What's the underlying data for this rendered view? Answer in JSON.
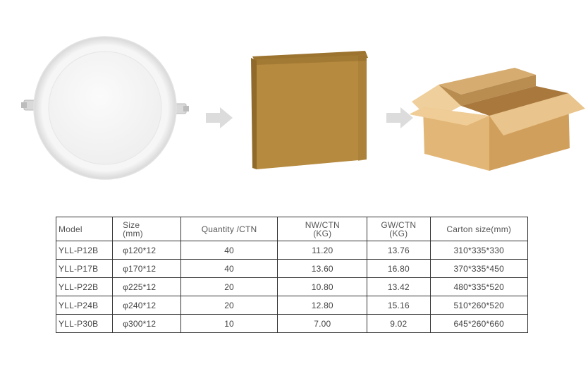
{
  "table": {
    "headers": {
      "model": "Model",
      "size": "Size",
      "size_unit": "(mm)",
      "quantity": "Quantity /CTN",
      "nw": "NW/CTN",
      "nw_unit": "(KG)",
      "gw": "GW/CTN",
      "gw_unit": "(KG)",
      "carton": "Carton size(mm)"
    },
    "rows": [
      {
        "model": "YLL-P12B",
        "size": "φ120*12",
        "quantity": "40",
        "nw": "11.20",
        "gw": "13.76",
        "carton": "310*335*330"
      },
      {
        "model": "YLL-P17B",
        "size": "φ170*12",
        "quantity": "40",
        "nw": "13.60",
        "gw": "16.80",
        "carton": "370*335*450"
      },
      {
        "model": "YLL-P22B",
        "size": "φ225*12",
        "quantity": "20",
        "nw": "10.80",
        "gw": "13.42",
        "carton": "480*335*520"
      },
      {
        "model": "YLL-P24B",
        "size": "φ240*12",
        "quantity": "20",
        "nw": "12.80",
        "gw": "15.16",
        "carton": "510*260*520"
      },
      {
        "model": "YLL-P30B",
        "size": "φ300*12",
        "quantity": "10",
        "nw": "7.00",
        "gw": "9.02",
        "carton": "645*260*660"
      }
    ]
  },
  "colors": {
    "panel_rim": "#f4f4f4",
    "panel_face": "#f7f7f7",
    "arrow": "#d9d9d9",
    "cardboard_front": "#b68a3f",
    "cardboard_light": "#e9c48c",
    "cardboard_dark": "#c79a5a"
  },
  "icons": {
    "panel": "led-panel-light-image",
    "arrow": "right-arrow-icon",
    "flat_box": "flat-carton-image",
    "open_box": "open-carton-image"
  }
}
